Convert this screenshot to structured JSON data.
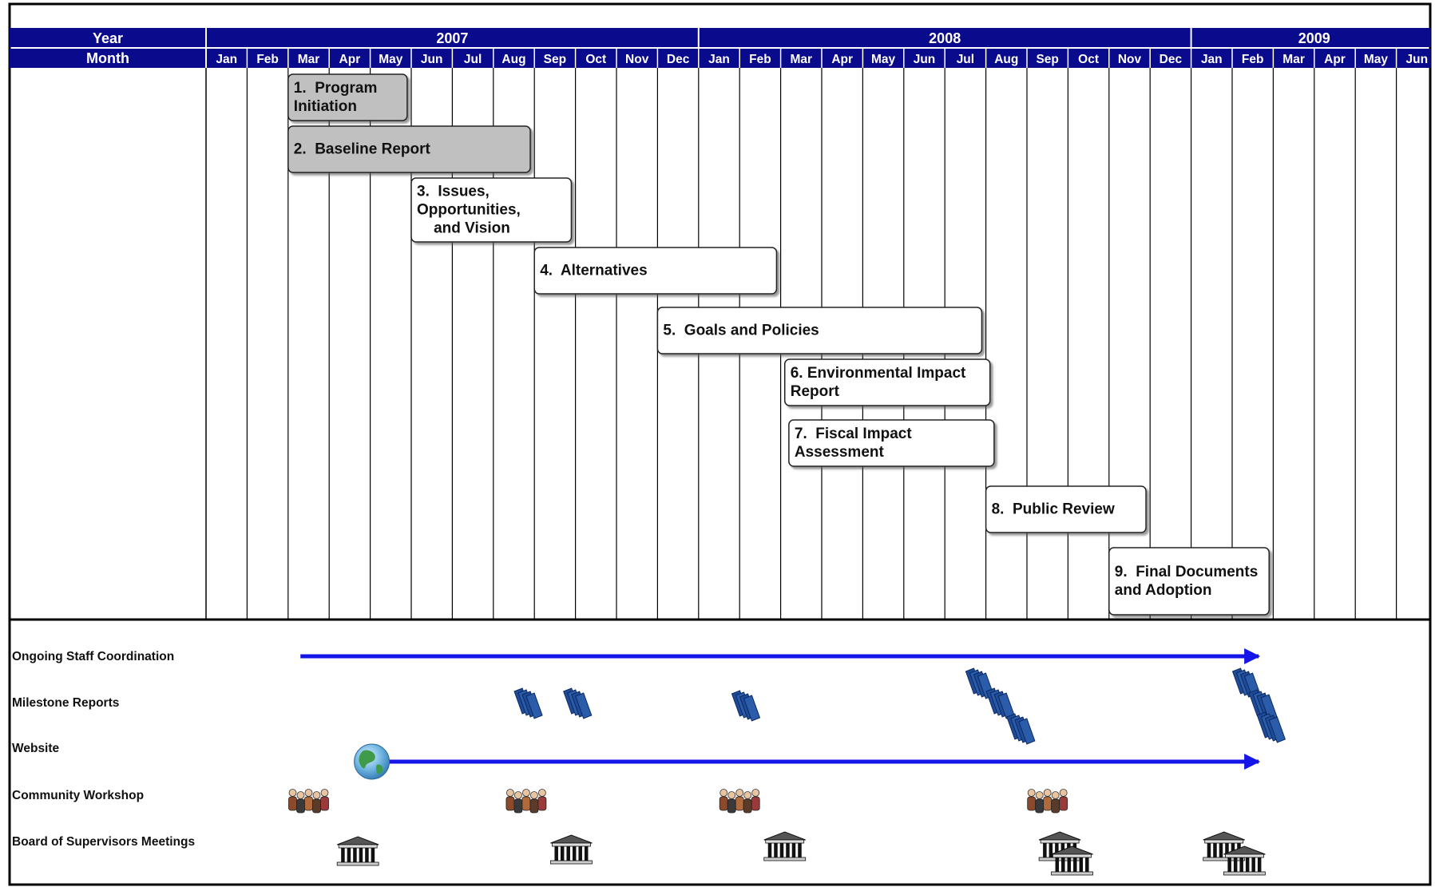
{
  "header": {
    "year_label": "Year",
    "month_label": "Month",
    "years": [
      "2007",
      "2008",
      "2009"
    ],
    "months": [
      "Jan",
      "Feb",
      "Mar",
      "Apr",
      "May",
      "Jun",
      "Jul",
      "Aug",
      "Sep",
      "Oct",
      "Nov",
      "Dec",
      "Jan",
      "Feb",
      "Mar",
      "Apr",
      "May",
      "Jun",
      "Jul",
      "Aug",
      "Sep",
      "Oct",
      "Nov",
      "Dec",
      "Jan",
      "Feb",
      "Mar",
      "Apr",
      "May",
      "Jun"
    ]
  },
  "colors": {
    "header_bg": "#0a0a8c",
    "completed_task": "#c0c0c0",
    "pending_task": "#ffffff",
    "arrow": "#1515e8"
  },
  "tasks": [
    {
      "lines": [
        "1.  Program",
        "Initiation"
      ],
      "start_month": 2.0,
      "end_month": 4.9,
      "status": "completed"
    },
    {
      "lines": [
        "2.  Baseline Report"
      ],
      "start_month": 2.0,
      "end_month": 7.9,
      "status": "completed"
    },
    {
      "lines": [
        "3.  Issues,",
        "Opportunities,",
        "    and Vision"
      ],
      "start_month": 5.0,
      "end_month": 8.9,
      "status": "pending"
    },
    {
      "lines": [
        "4.  Alternatives"
      ],
      "start_month": 8.0,
      "end_month": 13.9,
      "status": "pending"
    },
    {
      "lines": [
        "5.  Goals and Policies"
      ],
      "start_month": 11.0,
      "end_month": 18.9,
      "status": "pending"
    },
    {
      "lines": [
        "6. Environmental Impact",
        "Report"
      ],
      "start_month": 14.1,
      "end_month": 19.1,
      "status": "pending"
    },
    {
      "lines": [
        "7.  Fiscal Impact",
        "Assessment"
      ],
      "start_month": 14.2,
      "end_month": 19.2,
      "status": "pending"
    },
    {
      "lines": [
        "8.  Public Review"
      ],
      "start_month": 19.0,
      "end_month": 22.9,
      "status": "pending"
    },
    {
      "lines": [
        "9.  Final Documents",
        "and Adoption"
      ],
      "start_month": 22.0,
      "end_month": 25.9,
      "status": "pending"
    }
  ],
  "activities": [
    {
      "label": "Ongoing Staff Coordination",
      "type": "arrow",
      "start_month": 2.3,
      "end_month": 25.8
    },
    {
      "label": "Milestone Reports",
      "type": "books",
      "months": [
        7.9,
        9.1,
        13.2,
        18.9,
        19.4,
        19.9,
        25.4,
        25.8,
        26.0
      ]
    },
    {
      "label": "Website",
      "type": "globe-arrow",
      "start_month": 4.0,
      "end_month": 25.8
    },
    {
      "label": "Community Workshop",
      "type": "people",
      "months": [
        2.5,
        7.8,
        13.0,
        20.5
      ]
    },
    {
      "label": "Board of Supervisors Meetings",
      "type": "building",
      "months": [
        3.7,
        8.9,
        14.1,
        20.8,
        21.1,
        24.8,
        25.3
      ]
    }
  ]
}
